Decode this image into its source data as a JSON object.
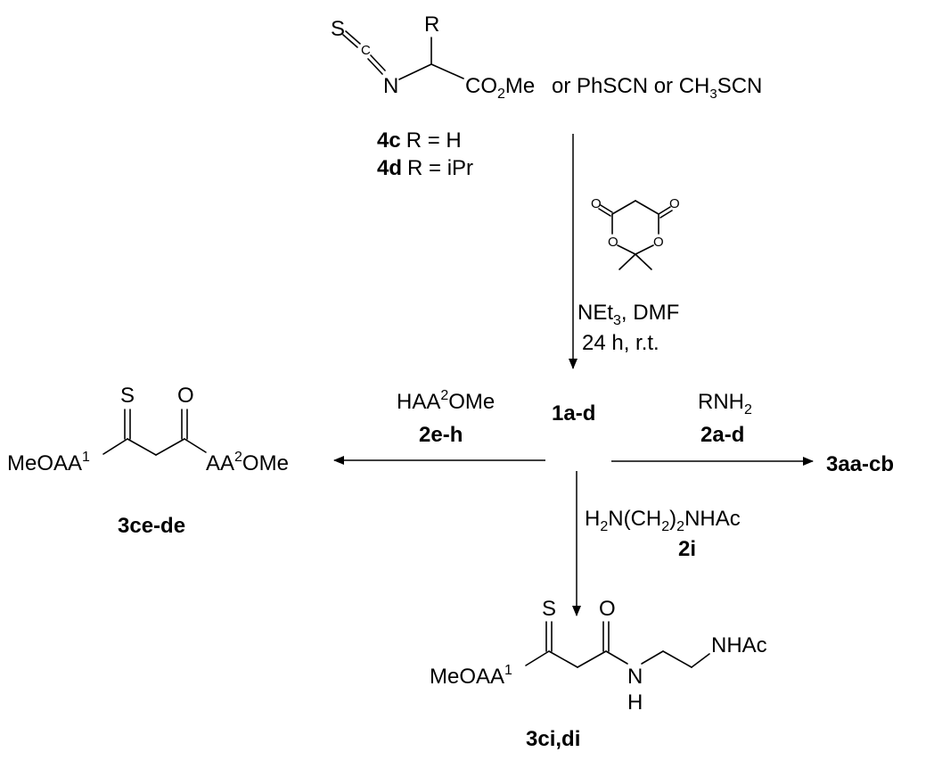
{
  "reagent_top": {
    "atom_s": "S",
    "atom_c": "C",
    "atom_n": "N",
    "atom_r": "R",
    "ester_co": "CO",
    "ester_sub": "2",
    "ester_me": "Me",
    "alternatives_pre": "or PhSCN or CH",
    "alternatives_sub": "3",
    "alternatives_post": "SCN",
    "compound_4c_id": "4c",
    "compound_4c_def": "R = H",
    "compound_4d_id": "4d",
    "compound_4d_def": "R = iPr"
  },
  "meldrum": {
    "atom_o": "O"
  },
  "conditions": {
    "base_main": "NEt",
    "base_sub": "3",
    "base_post": ", DMF",
    "time_temp": "24 h, r.t."
  },
  "intermediate": "1a-d",
  "left_branch": {
    "reagent_main": "HAA",
    "reagent_sup": "2",
    "reagent_post": "OMe",
    "reagent_id": "2e-h",
    "product_id": "3ce-de",
    "atom_s": "S",
    "atom_o": "O",
    "left_group": "MeOAA",
    "left_sup": "1",
    "right_group_pre": "AA",
    "right_sup": "2",
    "right_group_post": "OMe"
  },
  "right_branch": {
    "reagent_main": "RNH",
    "reagent_sub": "2",
    "reagent_id": "2a-d",
    "product_id": "3aa-cb"
  },
  "bottom_branch": {
    "reagent_p1": "H",
    "reagent_s1": "2",
    "reagent_p2": "N(CH",
    "reagent_s2": "2",
    "reagent_p3": ")",
    "reagent_s3": "2",
    "reagent_p4": "NHAc",
    "reagent_id": "2i",
    "product_id": "3ci,di",
    "atom_s": "S",
    "atom_o": "O",
    "left_group": "MeOAA",
    "left_sup": "1",
    "atom_n": "N",
    "atom_h": "H",
    "end_group": "NHAc"
  }
}
